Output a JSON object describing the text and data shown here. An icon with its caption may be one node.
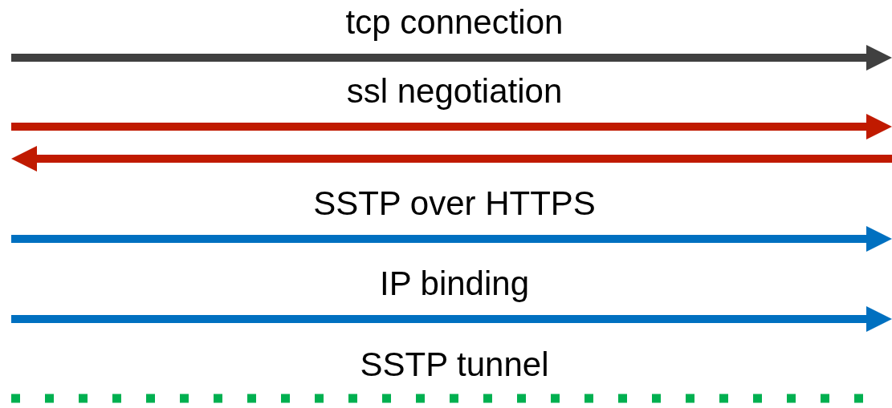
{
  "diagram": {
    "labels": [
      "tcp connection",
      "ssl negotiation",
      "SSTP over HTTPS",
      "IP binding",
      "SSTP tunnel"
    ]
  }
}
